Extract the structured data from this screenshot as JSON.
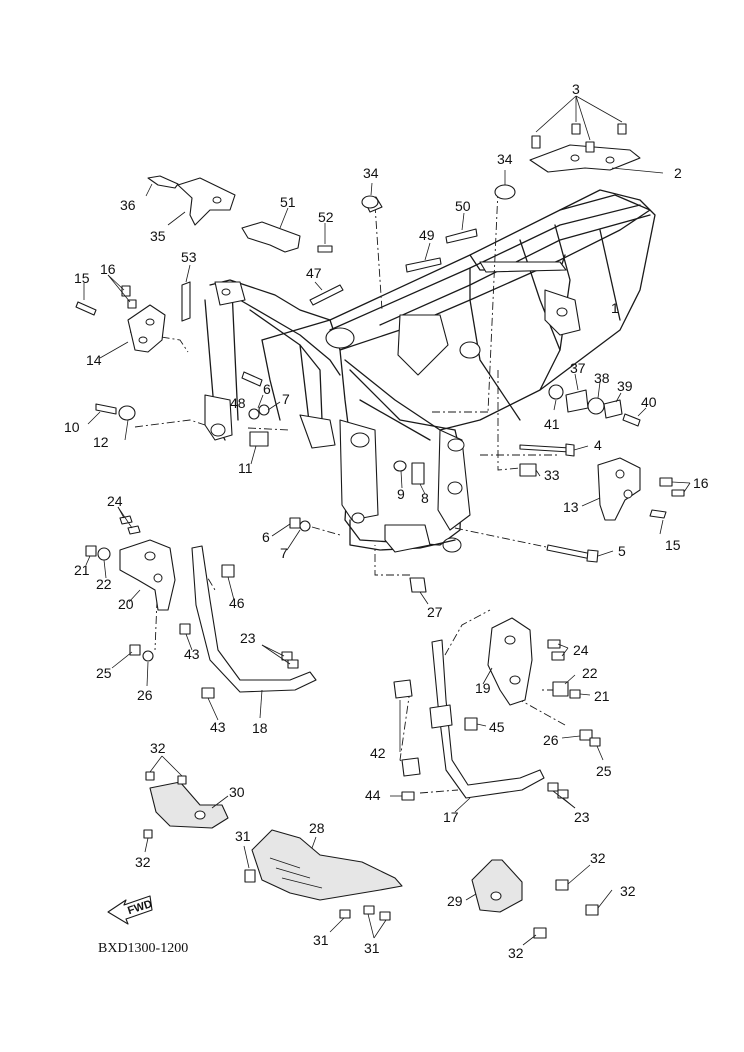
{
  "diagram": {
    "code": "BXD1300-1200",
    "fwd_label": "FWD",
    "callouts": {
      "c1": "1",
      "c2": "2",
      "c3": "3",
      "c4": "4",
      "c5": "5",
      "c6a": "6",
      "c6b": "6",
      "c7a": "7",
      "c7b": "7",
      "c8": "8",
      "c9": "9",
      "c10": "10",
      "c11": "11",
      "c12": "12",
      "c13": "13",
      "c14": "14",
      "c15a": "15",
      "c15b": "15",
      "c16a": "16",
      "c16b": "16",
      "c17": "17",
      "c18": "18",
      "c19": "19",
      "c20": "20",
      "c21a": "21",
      "c21b": "21",
      "c22a": "22",
      "c22b": "22",
      "c23a": "23",
      "c23b": "23",
      "c24a": "24",
      "c24b": "24",
      "c25a": "25",
      "c25b": "25",
      "c26a": "26",
      "c26b": "26",
      "c27": "27",
      "c28": "28",
      "c29": "29",
      "c30": "30",
      "c31a": "31",
      "c31b": "31",
      "c31c": "31",
      "c32a": "32",
      "c32b": "32",
      "c32c": "32",
      "c32d": "32",
      "c32e": "32",
      "c33": "33",
      "c34a": "34",
      "c34b": "34",
      "c35": "35",
      "c36": "36",
      "c37": "37",
      "c38": "38",
      "c39": "39",
      "c40": "40",
      "c41": "41",
      "c42": "42",
      "c43a": "43",
      "c43b": "43",
      "c44": "44",
      "c45": "45",
      "c46": "46",
      "c47": "47",
      "c48": "48",
      "c49": "49",
      "c50": "50",
      "c51": "51",
      "c52": "52",
      "c53": "53"
    }
  }
}
